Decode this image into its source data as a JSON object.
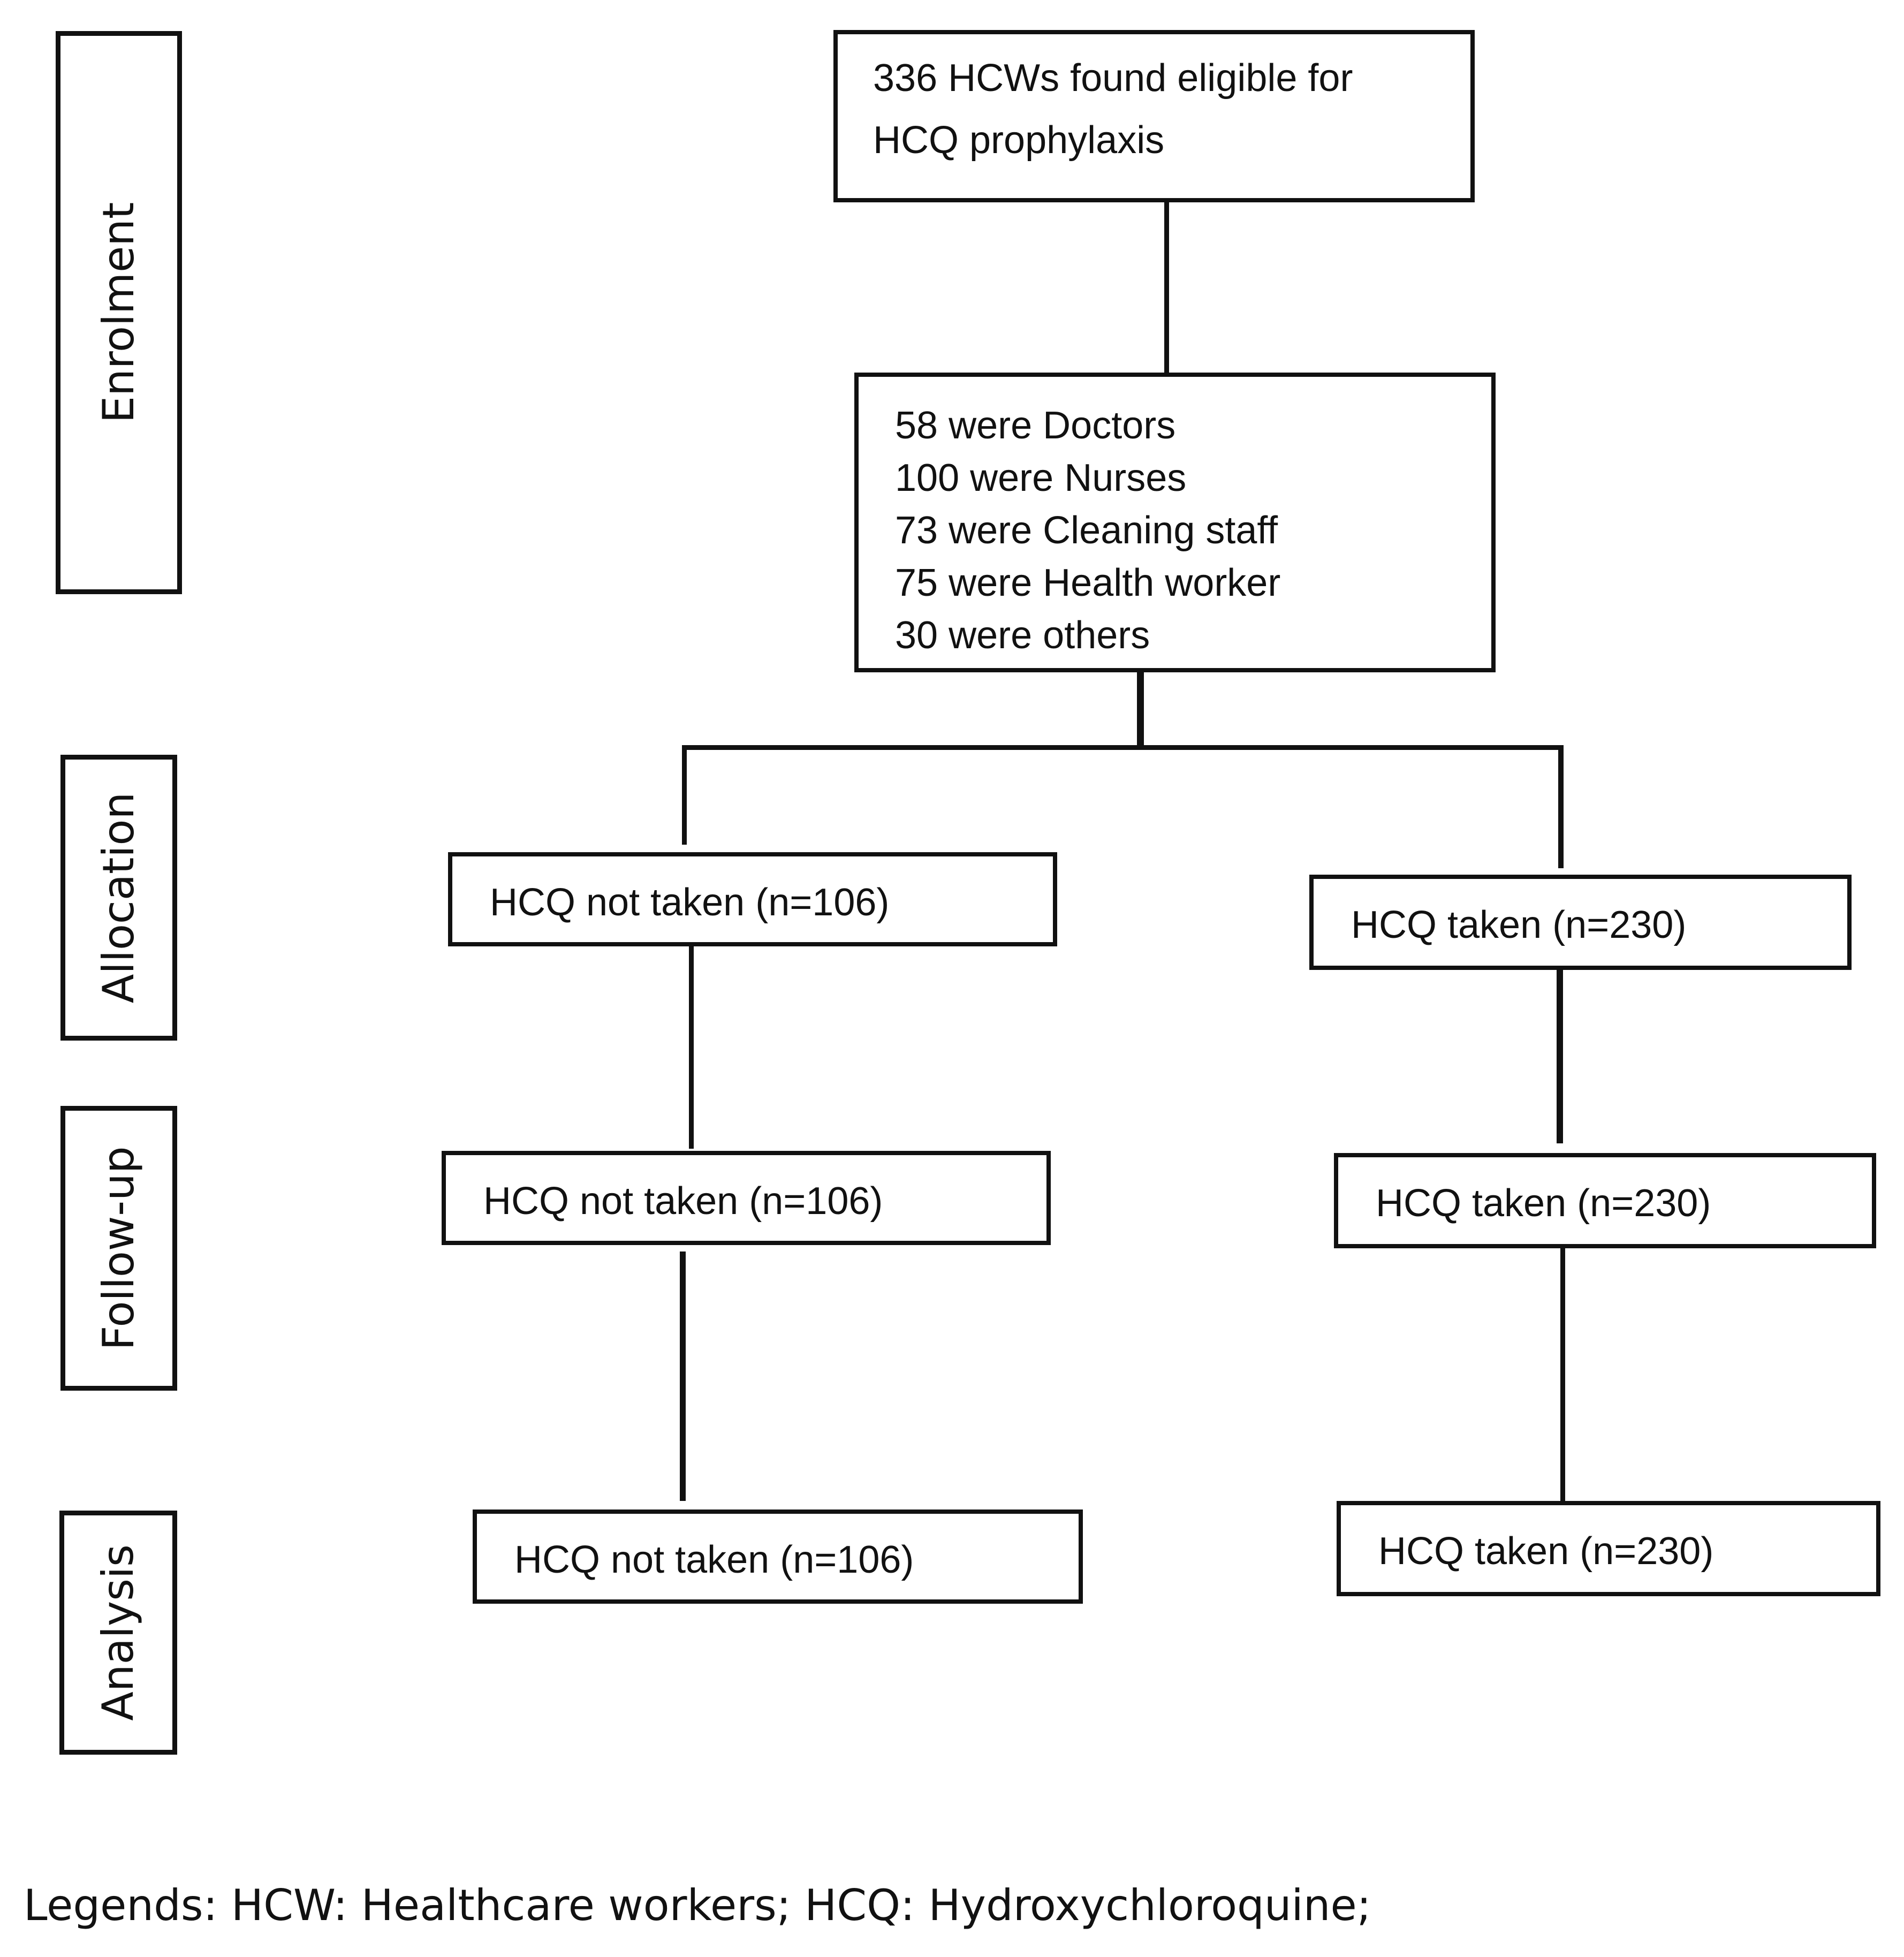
{
  "stages": {
    "enrolment": "Enrolment",
    "allocation": "Allocation",
    "follow_up": "Follow-up",
    "analysis": "Analysis"
  },
  "eligible": {
    "line1": "336 HCWs found eligible for",
    "line2": "HCQ prophylaxis"
  },
  "breakdown": [
    "58 were Doctors",
    "100 were Nurses",
    "73 were Cleaning staff",
    "75 were Health worker",
    "30 were others"
  ],
  "allocation": {
    "not_taken": "HCQ not taken (n=106)",
    "taken": "HCQ taken (n=230)"
  },
  "follow_up": {
    "not_taken": "HCQ not taken (n=106)",
    "taken": "HCQ taken (n=230)"
  },
  "analysis": {
    "not_taken": "HCQ not taken (n=106)",
    "taken": "HCQ taken (n=230)"
  },
  "legend": "Legends: HCW: Healthcare workers; HCQ: Hydroxychloroquine;"
}
